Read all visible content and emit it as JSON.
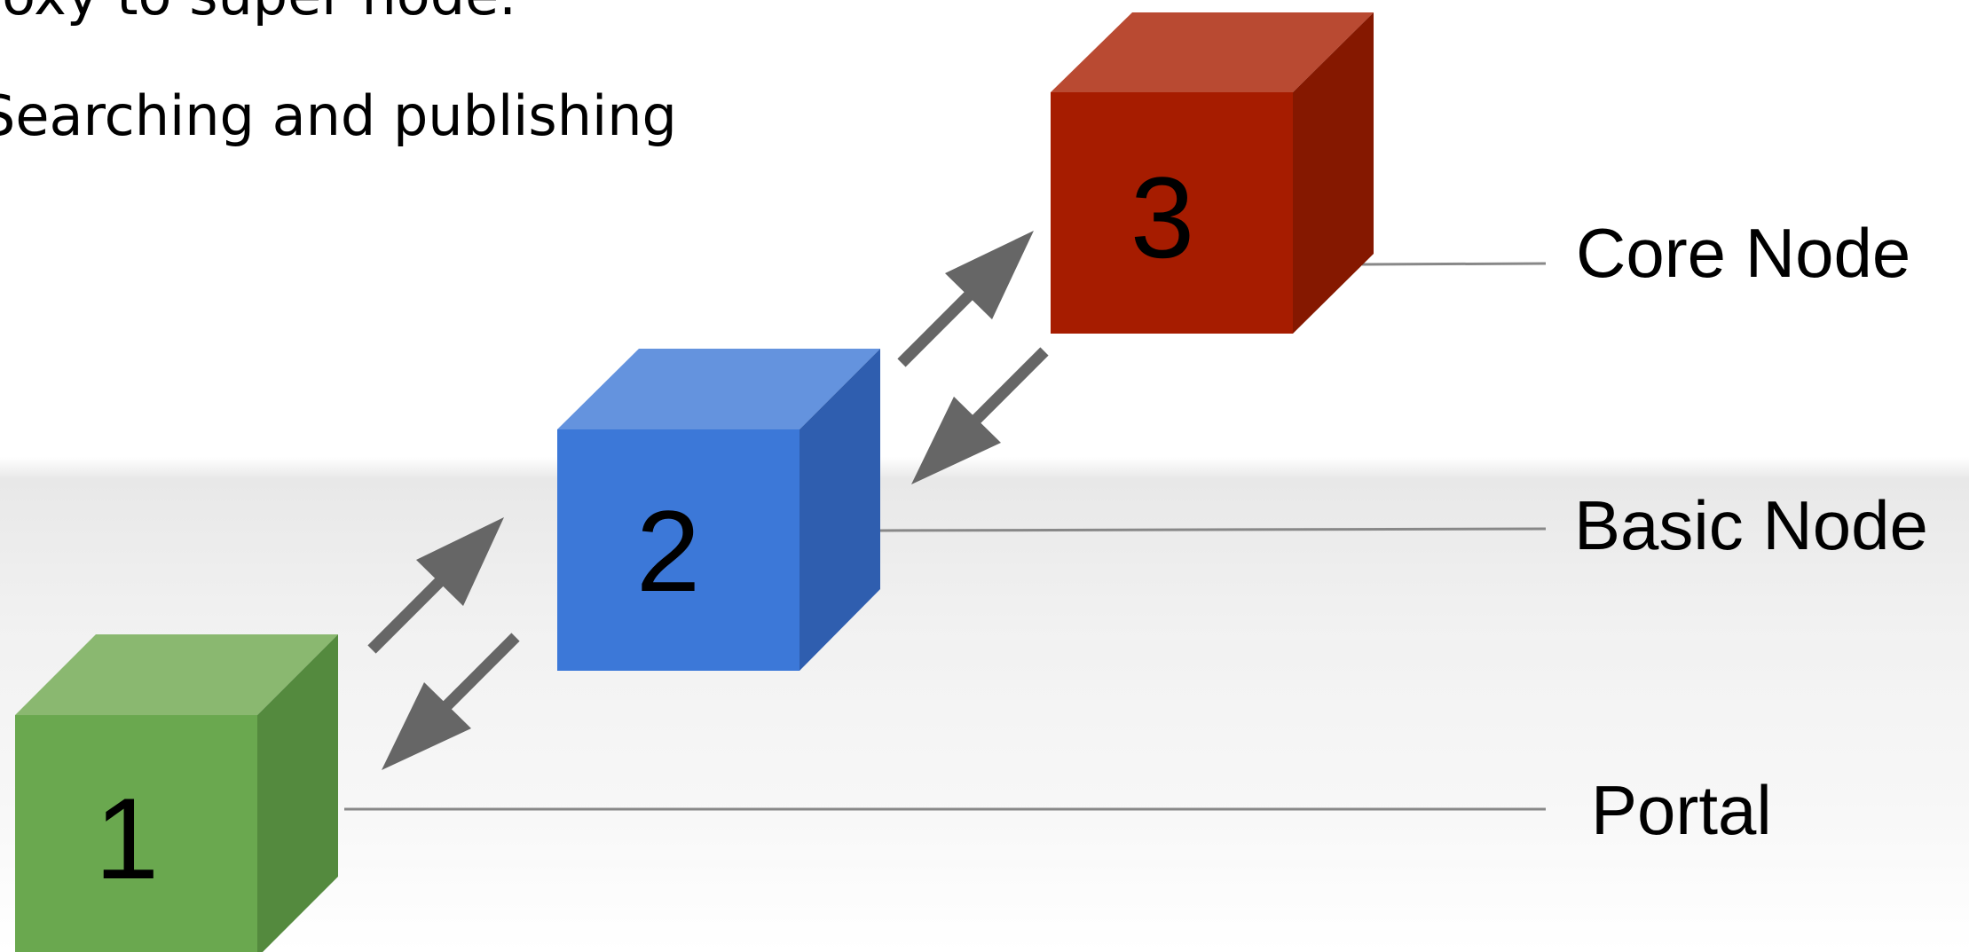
{
  "slide_text": {
    "line_1": "roxy to super node.",
    "line_2": "Searching and publishing"
  },
  "layers": {
    "core": "Core Node",
    "basic": "Basic Node",
    "portal": "Portal"
  },
  "cubes": {
    "portal_number": "1",
    "basic_number": "2",
    "core_number": "3"
  },
  "colors": {
    "portal_cube": "#6aa84f",
    "basic_cube": "#3c78d8",
    "core_cube": "#a61c00",
    "arrow": "#666666",
    "leader_line": "#888888"
  }
}
